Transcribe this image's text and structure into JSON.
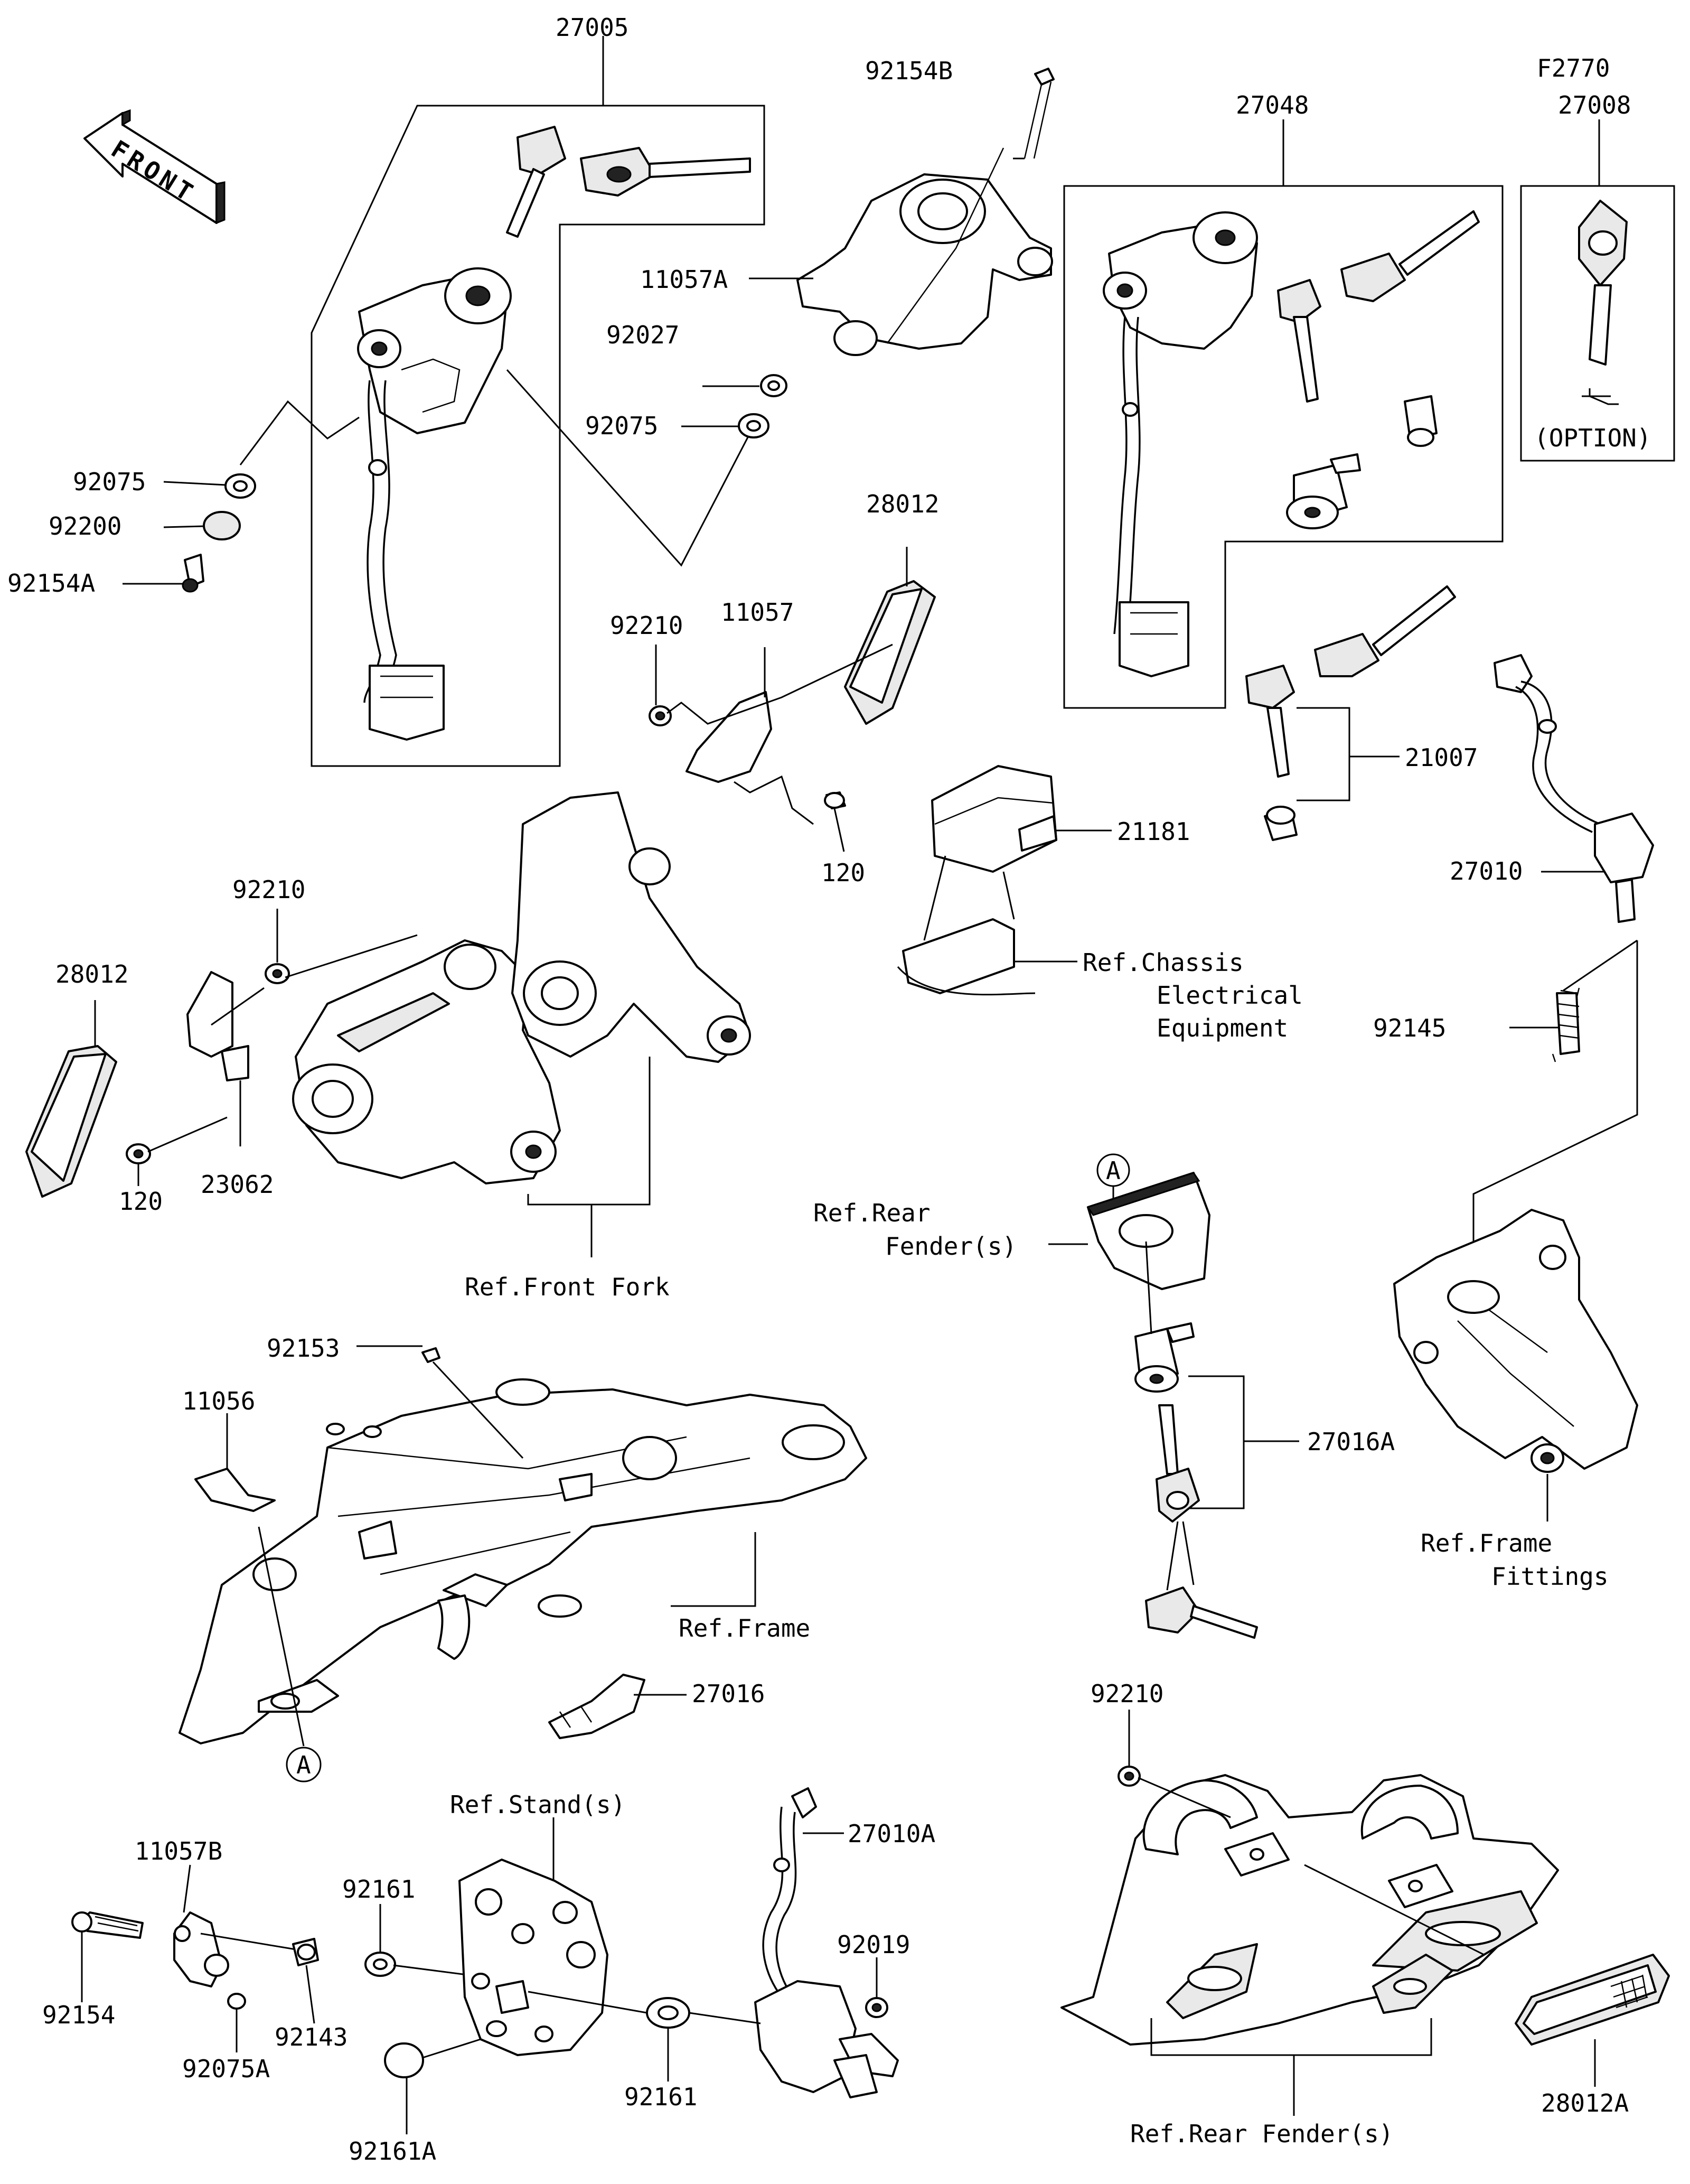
{
  "labels": {
    "p27005": "27005",
    "p92154B": "92154B",
    "p27048": "27048",
    "pF2770": "F2770",
    "p27008": "27008",
    "option": "(OPTION)",
    "front": "FRONT",
    "p11057A": "11057A",
    "p92027": "92027",
    "p92075_mid": "92075",
    "p92075_left": "92075",
    "p92200": "92200",
    "p92154A": "92154A",
    "p28012_top": "28012",
    "p92210_top": "92210",
    "p11057": "11057",
    "p21007": "21007",
    "p21181": "21181",
    "p120_mid": "120",
    "p27010": "27010",
    "ref_chassis_1": "Ref.Chassis",
    "ref_chassis_2": "Electrical",
    "ref_chassis_3": "Equipment",
    "p92145": "92145",
    "p92210_left": "92210",
    "p28012_left": "28012",
    "p120_left": "120",
    "p23062": "23062",
    "ref_front_fork": "Ref.Front Fork",
    "circle_a_top": "A",
    "ref_rear_fender_1": "Ref.Rear",
    "ref_rear_fender_2": "Fender(s)",
    "p92153": "92153",
    "p11056": "11056",
    "p27016A": "27016A",
    "ref_frame_fittings_1": "Ref.Frame",
    "ref_frame_fittings_2": "Fittings",
    "ref_frame": "Ref.Frame",
    "p27016": "27016",
    "circle_a_bottom": "A",
    "p92210_bottom": "92210",
    "p11057B": "11057B",
    "ref_stands": "Ref.Stand(s)",
    "p27010A": "27010A",
    "p92161_top": "92161",
    "p92019": "92019",
    "p92154": "92154",
    "p92143": "92143",
    "p92075A": "92075A",
    "p92161A": "92161A",
    "p92161_bottom": "92161",
    "ref_rear_fenders_bottom": "Ref.Rear Fender(s)",
    "p28012A": "28012A"
  },
  "icons": {
    "front_arrow": "front-arrow-icon",
    "key": "key-icon",
    "option_symbol": "option-symbol-icon"
  }
}
